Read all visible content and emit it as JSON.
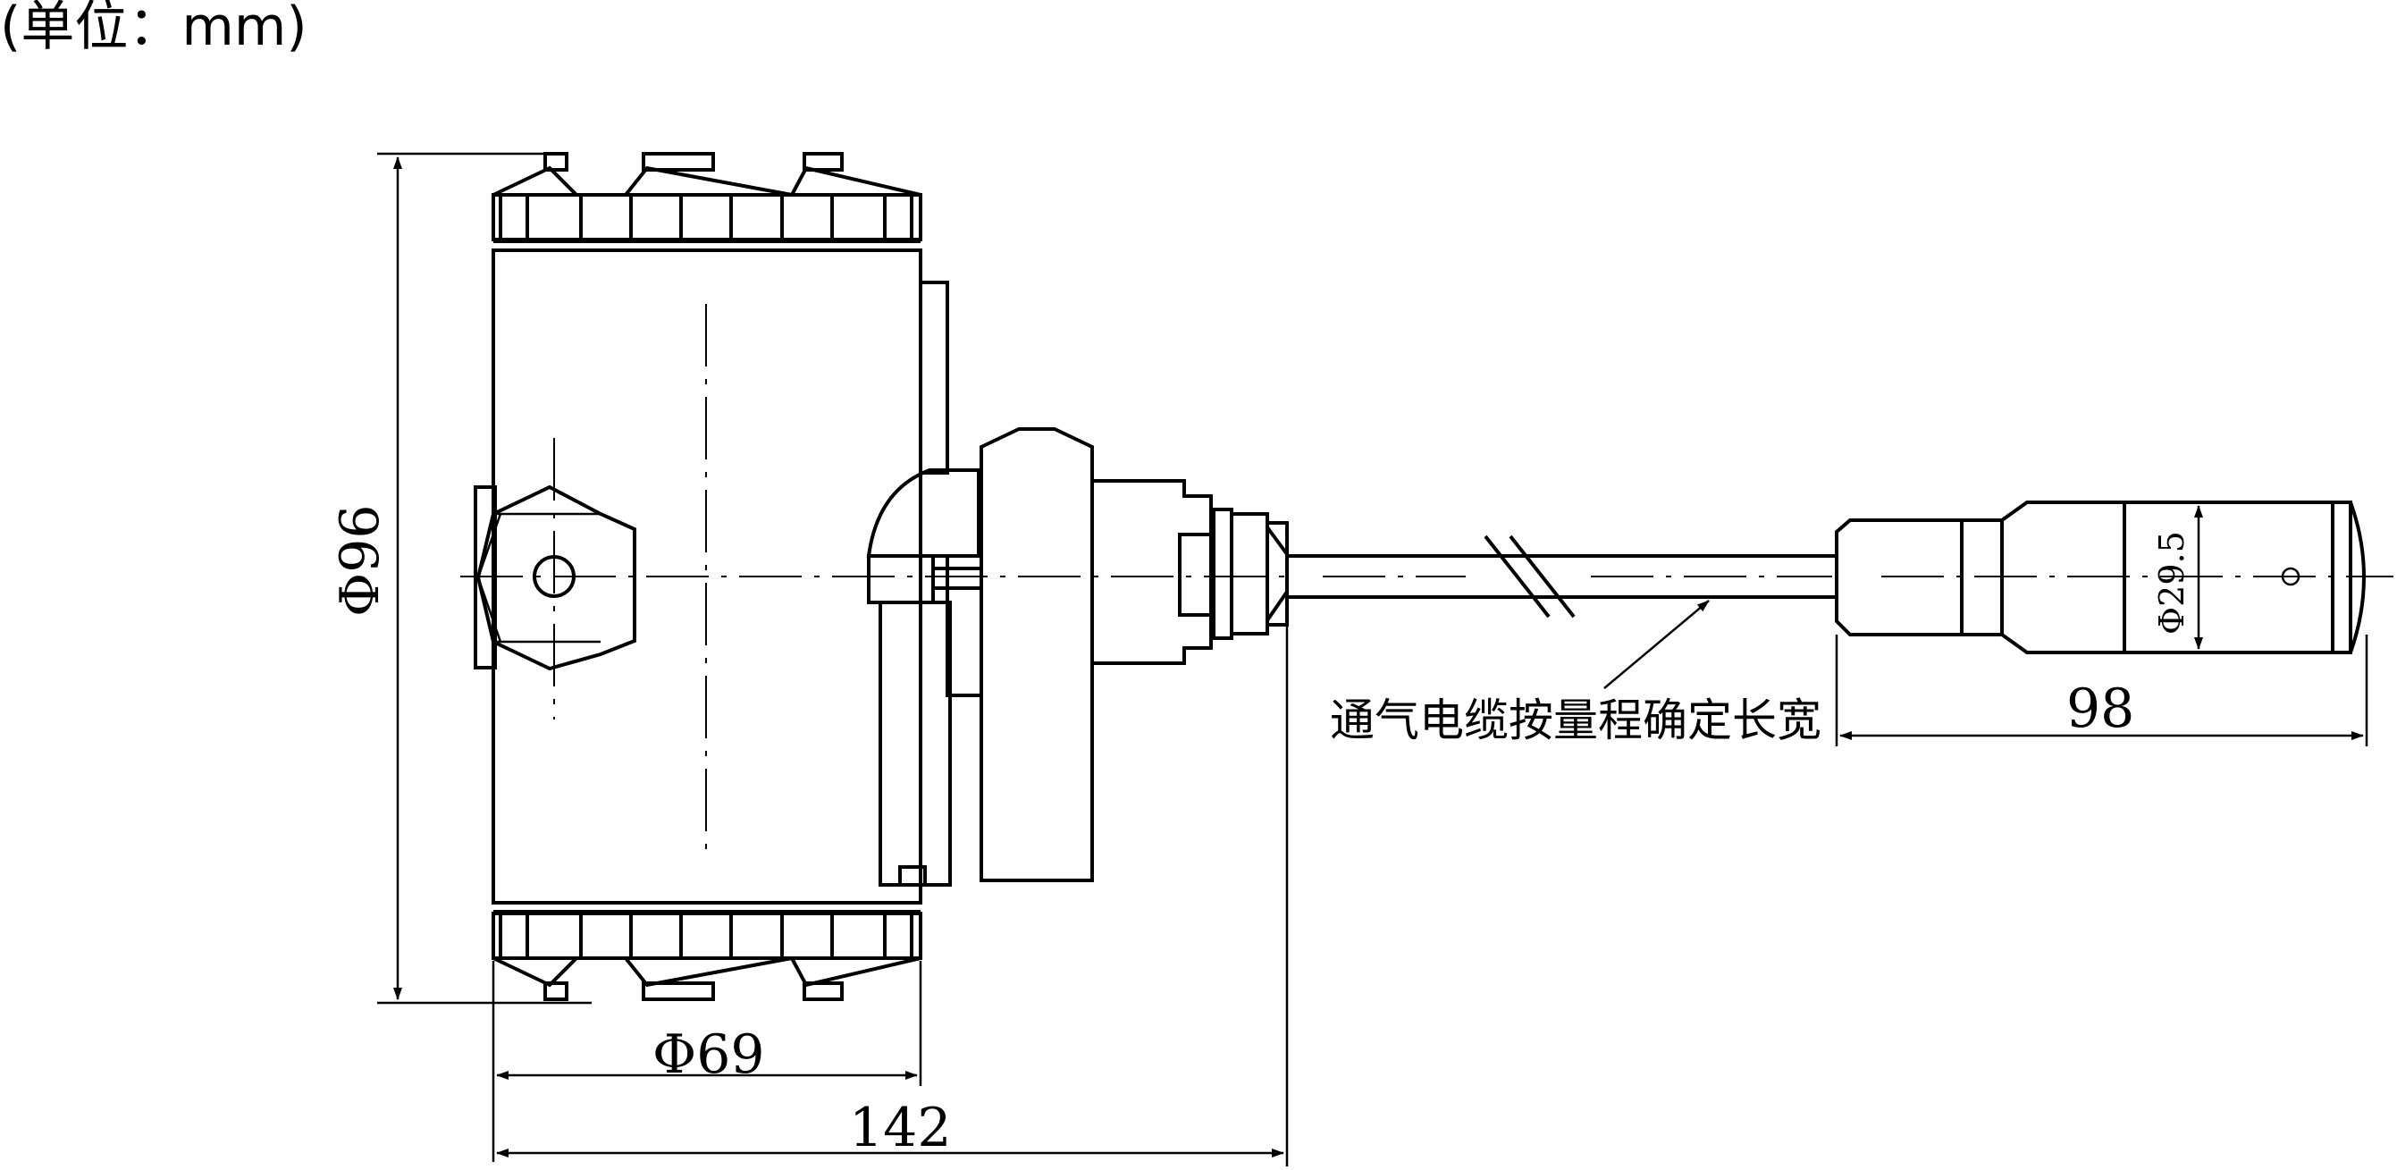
{
  "unit_note": "(单位：mm)",
  "dimensions": {
    "housing_diameter": "Φ96",
    "housing_width": "Φ69",
    "overall_length": "142",
    "probe_length": "98",
    "probe_diameter": "Φ29.5"
  },
  "cable_note": "通气电缆按量程确定长宽"
}
